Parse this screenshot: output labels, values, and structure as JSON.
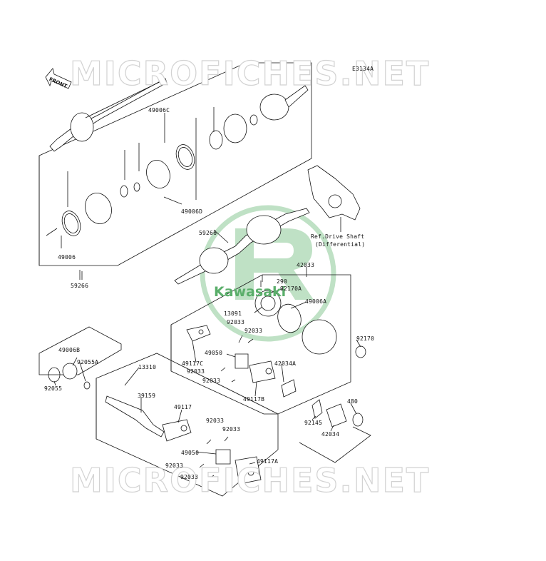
{
  "watermark": {
    "text_top": "MICROFICHES.NET",
    "text_bottom": "MICROFICHES.NET",
    "brand": "Kawasaki",
    "logo_color": "#8cc996"
  },
  "diagram": {
    "code": "E3134A",
    "front_arrow": "FRONT",
    "ref_note_line1": "Ref.Drive Shaft",
    "ref_note_line2": "(Differential)"
  },
  "parts": [
    {
      "id": "p_49006c",
      "number": "49006C"
    },
    {
      "id": "p_49006d",
      "number": "49006D"
    },
    {
      "id": "p_49006",
      "number": "49006"
    },
    {
      "id": "p_59266a",
      "number": "59266"
    },
    {
      "id": "p_59266b",
      "number": "59266"
    },
    {
      "id": "p_42033",
      "number": "42033"
    },
    {
      "id": "p_290",
      "number": "290"
    },
    {
      "id": "p_92170a",
      "number": "92170A"
    },
    {
      "id": "p_13091",
      "number": "13091"
    },
    {
      "id": "p_49006a",
      "number": "49006A"
    },
    {
      "id": "p_92033_1",
      "number": "92033"
    },
    {
      "id": "p_92033_2",
      "number": "92033"
    },
    {
      "id": "p_92170",
      "number": "92170"
    },
    {
      "id": "p_49050a",
      "number": "49050"
    },
    {
      "id": "p_49117c",
      "number": "49117C"
    },
    {
      "id": "p_42034a",
      "number": "42034A"
    },
    {
      "id": "p_92033_3",
      "number": "92033"
    },
    {
      "id": "p_92033_4",
      "number": "92033"
    },
    {
      "id": "p_49117b",
      "number": "49117B"
    },
    {
      "id": "p_49006b",
      "number": "49006B"
    },
    {
      "id": "p_92055a",
      "number": "92055A"
    },
    {
      "id": "p_13310",
      "number": "13310"
    },
    {
      "id": "p_92055",
      "number": "92055"
    },
    {
      "id": "p_39159",
      "number": "39159"
    },
    {
      "id": "p_49117",
      "number": "49117"
    },
    {
      "id": "p_480",
      "number": "480"
    },
    {
      "id": "p_92145",
      "number": "92145"
    },
    {
      "id": "p_42034",
      "number": "42034"
    },
    {
      "id": "p_92033_5",
      "number": "92033"
    },
    {
      "id": "p_92033_6",
      "number": "92033"
    },
    {
      "id": "p_49050b",
      "number": "49050"
    },
    {
      "id": "p_49117a",
      "number": "49117A"
    },
    {
      "id": "p_92033_7",
      "number": "92033"
    },
    {
      "id": "p_92033_8",
      "number": "92033"
    }
  ]
}
